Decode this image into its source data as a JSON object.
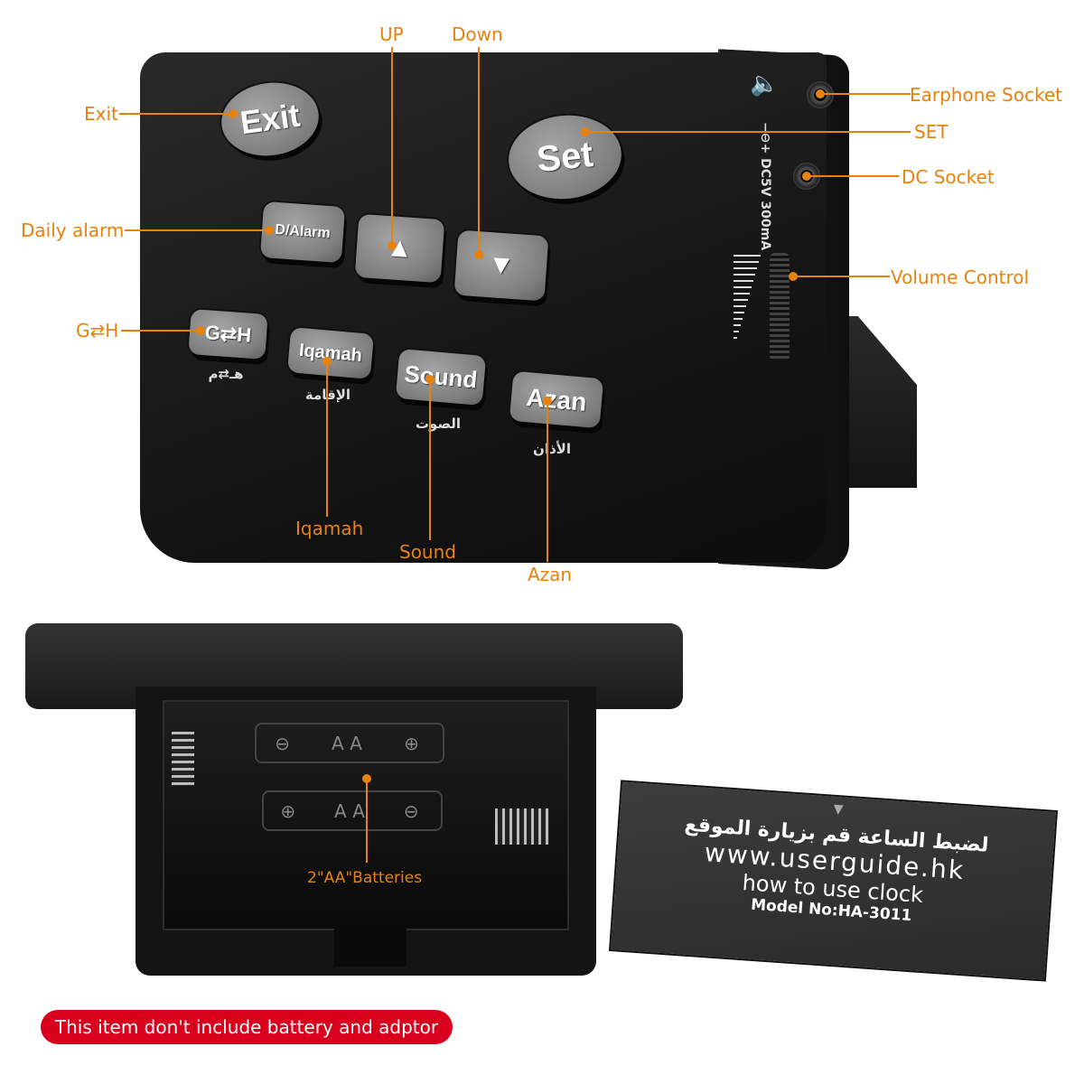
{
  "labels": {
    "exit": "Exit",
    "up": "UP",
    "down": "Down",
    "earphone": "Earphone Socket",
    "set": "SET",
    "dc": "DC Socket",
    "daily_alarm": "Daily alarm",
    "volume": "Volume Control",
    "gh": "G⇄H",
    "iqamah": "Iqamah",
    "sound": "Sound",
    "azan": "Azan",
    "batteries": "2\"AA\"Batteries"
  },
  "buttons": {
    "exit": "Exit",
    "set": "Set",
    "alarm": "D/Alarm",
    "up": "▲",
    "down": "▼",
    "gh": "G⇄H",
    "iqamah": "Iqamah",
    "sound": "Sound",
    "azan": "Azan"
  },
  "arabic": {
    "gh": "هـ⇄م",
    "iqamah": "الإقامة",
    "sound": "الصوت",
    "azan": "الأذان"
  },
  "side": {
    "power": "DC5V 300mA",
    "polarity": "−⊖+"
  },
  "battery": {
    "cell1": "AA",
    "cell2": "AA"
  },
  "cover": {
    "arabic": "لضبط الساعة قم بزيارة الموقع",
    "url": "www.userguide.hk",
    "howto": "how to use clock",
    "model": "Model No:HA-3011"
  },
  "banner": "This item don't include battery and adptor",
  "colors": {
    "accent": "#e6820e",
    "banner": "#d8001c"
  }
}
